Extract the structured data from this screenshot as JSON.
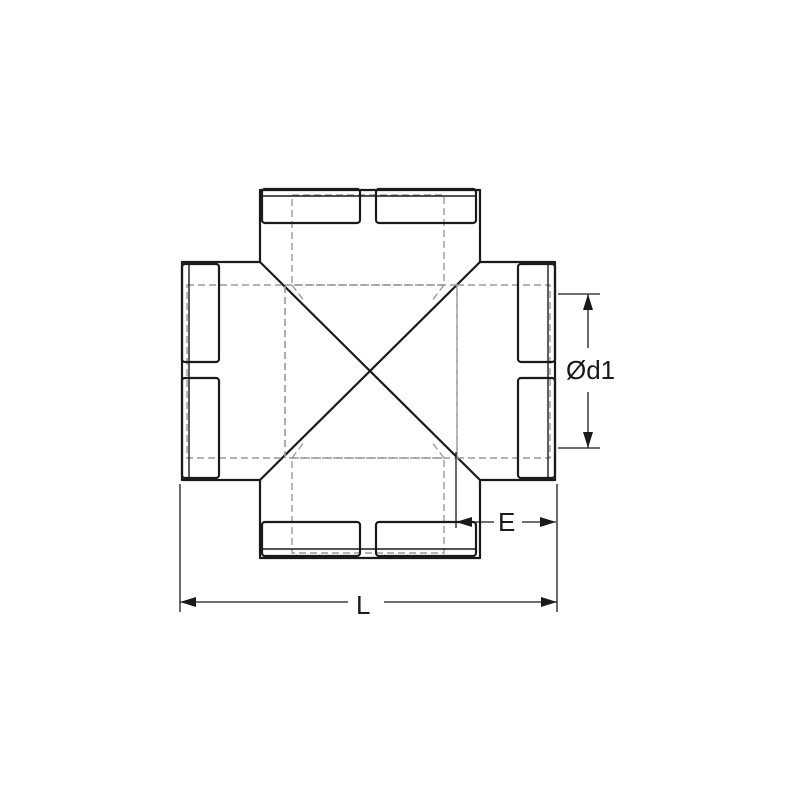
{
  "drawing": {
    "dimensions": {
      "diameter_label": "Ød1",
      "engagement_label": "E",
      "length_label": "L"
    }
  }
}
